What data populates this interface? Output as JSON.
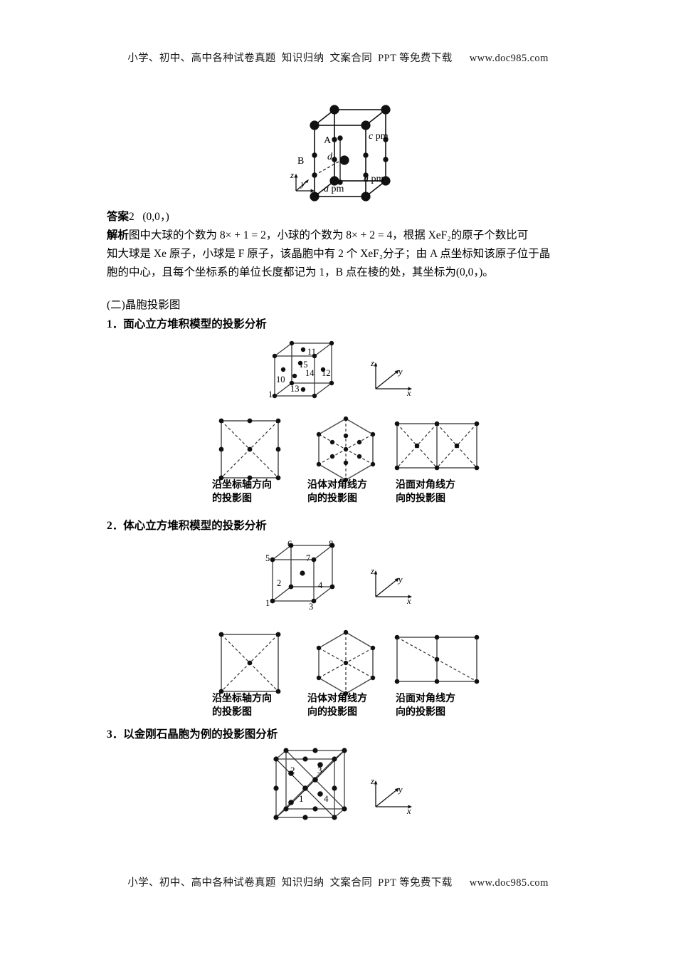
{
  "header": "小学、初中、高中各种试卷真题  知识归纳  文案合同  PPT 等免费下载      www.doc985.com",
  "footer": "小学、初中、高中各种试卷真题  知识归纳  文案合同  PPT 等免费下载      www.doc985.com",
  "unit_cell_figure": {
    "name": "XeF2 tetragonal unit cell",
    "labels": {
      "A": "A",
      "B": "B",
      "d": "d",
      "c_pm": "c pm",
      "a_pm_bottom": "a pm",
      "a_pm_right": "a pm",
      "axis_x": "x",
      "axis_y": "y",
      "axis_z": "z"
    }
  },
  "answer": {
    "label": "答案",
    "text": "2   (0,0，)"
  },
  "analysis": {
    "label": "解析",
    "lines": [
      "图中大球的个数为 8× + 1 = 2，小球的个数为 8× + 2 = 4，根据 XeF₂的原子个数比可",
      "知大球是 Xe 原子，小球是 F 原子，该晶胞中有 2 个 XeF₂分子；由 A 点坐标知该原子位于晶",
      "胞的中心，且每个坐标系的单位长度都记为 1，B 点在棱的处，其坐标为(0,0，)。"
    ]
  },
  "section_heading": "(二)晶胞投影图",
  "subsections": [
    {
      "number": "1",
      "title": "．面心立方堆积模型的投影分析",
      "cube_labels": [
        "1",
        "10",
        "11",
        "12",
        "13",
        "14",
        "15"
      ],
      "axis": {
        "x": "x",
        "y": "y",
        "z": "z"
      },
      "projections": [
        {
          "caption_line1": "沿坐标轴方向",
          "caption_line2": "的投影图",
          "type": "square"
        },
        {
          "caption_line1": "沿体对角线方",
          "caption_line2": "向的投影图",
          "type": "hexagon"
        },
        {
          "caption_line1": "沿面对角线方",
          "caption_line2": "向的投影图",
          "type": "rectangle"
        }
      ]
    },
    {
      "number": "2",
      "title": "．体心立方堆积模型的投影分析",
      "cube_labels": [
        "1",
        "2",
        "3",
        "4",
        "5",
        "6",
        "7",
        "8"
      ],
      "axis": {
        "x": "x",
        "y": "y",
        "z": "z"
      },
      "projections": [
        {
          "caption_line1": "沿坐标轴方向",
          "caption_line2": "的投影图",
          "type": "square"
        },
        {
          "caption_line1": "沿体对角线方",
          "caption_line2": "向的投影图",
          "type": "hexagon"
        },
        {
          "caption_line1": "沿面对角线方",
          "caption_line2": "向的投影图",
          "type": "rectangle"
        }
      ]
    },
    {
      "number": "3",
      "title": "．以金刚石晶胞为例的投影图分析",
      "cube_labels": [
        "1",
        "2",
        "3",
        "4"
      ],
      "axis": {
        "x": "x",
        "y": "y",
        "z": "z"
      }
    }
  ],
  "colors": {
    "ink": "#000000",
    "rule": "#4d4d4d",
    "header_text": "#1a1a1a"
  }
}
